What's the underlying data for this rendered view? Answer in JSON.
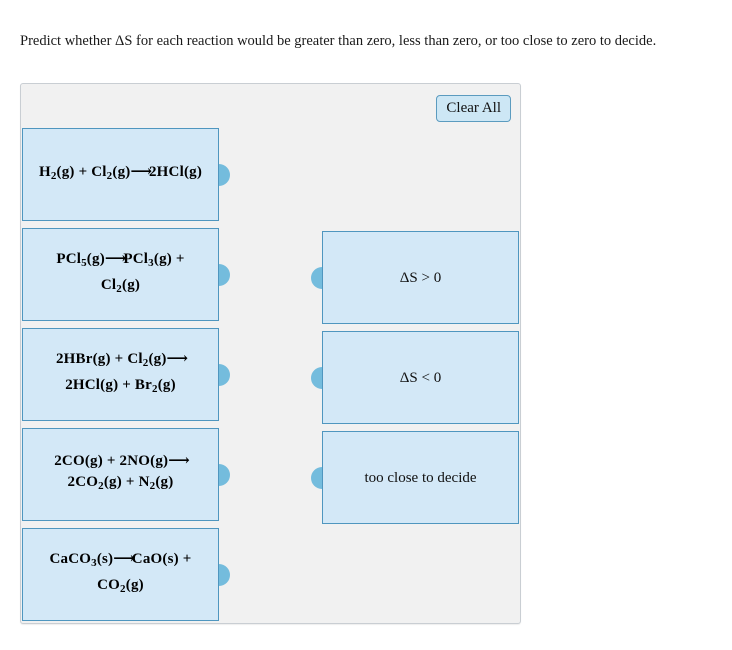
{
  "prompt": "Predict whether ΔS for each reaction would be greater than zero, less than zero, or too close to zero to decide.",
  "toolbar": {
    "clear_all_label": "Clear All"
  },
  "colors": {
    "card_fill": "#d3e8f7",
    "card_border": "#4f96bf",
    "nub": "#74bcdd",
    "panel_bg": "#f1f1f1",
    "panel_border": "#c9ced3",
    "button_fill": "#cde7f5",
    "button_border": "#5b9bbf"
  },
  "reactions": [
    {
      "id": "reaction-hcl-synthesis",
      "lines": [
        [
          {
            "t": "H"
          },
          {
            "sub": "2"
          },
          {
            "t": "(g) + Cl"
          },
          {
            "sub": "2"
          },
          {
            "t": "(g)"
          },
          {
            "arrow": "⟶"
          },
          {
            "t": "2HCl(g)"
          }
        ]
      ]
    },
    {
      "id": "reaction-pcl5-decomposition",
      "lines": [
        [
          {
            "t": "PCl"
          },
          {
            "sub": "5"
          },
          {
            "t": "(g)"
          },
          {
            "arrow": "⟶"
          },
          {
            "t": "PCl"
          },
          {
            "sub": "3"
          },
          {
            "t": "(g) +"
          }
        ],
        [
          {
            "t": "Cl"
          },
          {
            "sub": "2"
          },
          {
            "t": "(g)"
          }
        ]
      ]
    },
    {
      "id": "reaction-hbr-cl2",
      "lines": [
        [
          {
            "t": "2HBr(g) + Cl"
          },
          {
            "sub": "2"
          },
          {
            "t": "(g)"
          },
          {
            "arrow": "⟶"
          }
        ],
        [
          {
            "t": "2HCl(g) + Br"
          },
          {
            "sub": "2"
          },
          {
            "t": "(g)"
          }
        ]
      ]
    },
    {
      "id": "reaction-co-no",
      "lines": [
        [
          {
            "t": "2CO(g) + 2NO(g)"
          },
          {
            "arrow": "⟶"
          }
        ],
        [
          {
            "t": "2CO"
          },
          {
            "sub": "2"
          },
          {
            "t": "(g) + N"
          },
          {
            "sub": "2"
          },
          {
            "t": "(g)"
          }
        ]
      ]
    },
    {
      "id": "reaction-caco3-decomposition",
      "lines": [
        [
          {
            "t": "CaCO"
          },
          {
            "sub": "3"
          },
          {
            "t": "(s)"
          },
          {
            "arrow": "⟶"
          },
          {
            "t": "CaO(s) +"
          }
        ],
        [
          {
            "t": "CO"
          },
          {
            "sub": "2"
          },
          {
            "t": "(g)"
          }
        ]
      ]
    }
  ],
  "targets": [
    {
      "id": "target-ds-positive",
      "label": "ΔS > 0"
    },
    {
      "id": "target-ds-negative",
      "label": "ΔS < 0"
    },
    {
      "id": "target-too-close",
      "label": "too close to decide"
    }
  ]
}
